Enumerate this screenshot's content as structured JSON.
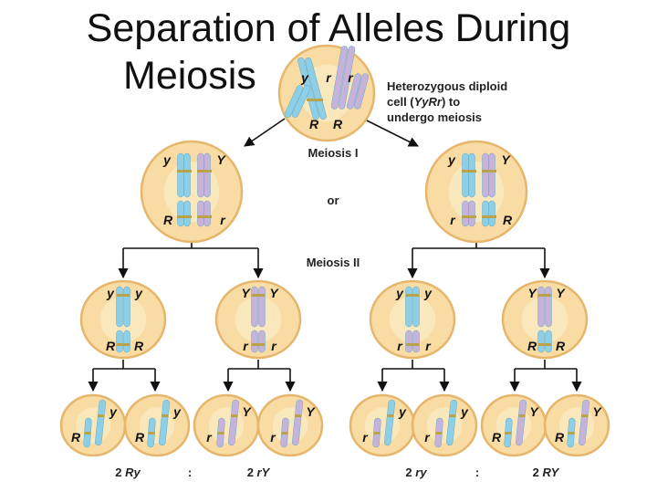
{
  "title": {
    "line1": "Separation of Alleles During",
    "line2": "Meiosis"
  },
  "labels": {
    "parent_line1": "Heterozygous diploid",
    "parent_line2_pre": "cell (",
    "parent_genotype": "YyRr",
    "parent_line2_post": ") to",
    "parent_line3": "undergo meiosis",
    "meiosis1": "Meiosis I",
    "or": "or",
    "meiosis2": "Meiosis II"
  },
  "colors": {
    "cell_fill": "#f8dca4",
    "cell_edge": "#e6b66c",
    "blue_chromosome": "#8ccfe6",
    "purple_chromosome": "#c6b3dc",
    "centromere": "#b9a24a"
  },
  "cells": {
    "parent": {
      "top": [
        "y",
        "r",
        "r"
      ],
      "bottom": [
        "R",
        "R"
      ]
    },
    "meiosis1": [
      {
        "top_left": "y",
        "top_right": "Y",
        "bottom_left": "R",
        "bottom_right": "r"
      },
      {
        "top_left": "y",
        "top_right": "Y",
        "bottom_left": "r",
        "bottom_right": "R"
      }
    ],
    "meiosis2": [
      {
        "top": [
          "y",
          "y"
        ],
        "bottom": [
          "R",
          "R"
        ]
      },
      {
        "top": [
          "Y",
          "Y"
        ],
        "bottom": [
          "r",
          "r"
        ]
      },
      {
        "top": [
          "y",
          "y"
        ],
        "bottom": [
          "r",
          "r"
        ]
      },
      {
        "top": [
          "Y",
          "Y"
        ],
        "bottom": [
          "R",
          "R"
        ]
      }
    ],
    "gametes": [
      {
        "long": "y",
        "short": "R"
      },
      {
        "long": "y",
        "short": "R"
      },
      {
        "long": "Y",
        "short": "r"
      },
      {
        "long": "Y",
        "short": "r"
      },
      {
        "long": "y",
        "short": "r"
      },
      {
        "long": "y",
        "short": "r"
      },
      {
        "long": "Y",
        "short": "R"
      },
      {
        "long": "Y",
        "short": "R"
      }
    ]
  },
  "results": [
    {
      "count": "2",
      "genotype": "Ry"
    },
    {
      "sep": ":"
    },
    {
      "count": "2",
      "genotype": "rY"
    },
    {
      "count": "2",
      "genotype": "ry"
    },
    {
      "sep": ":"
    },
    {
      "count": "2",
      "genotype": "RY"
    }
  ]
}
